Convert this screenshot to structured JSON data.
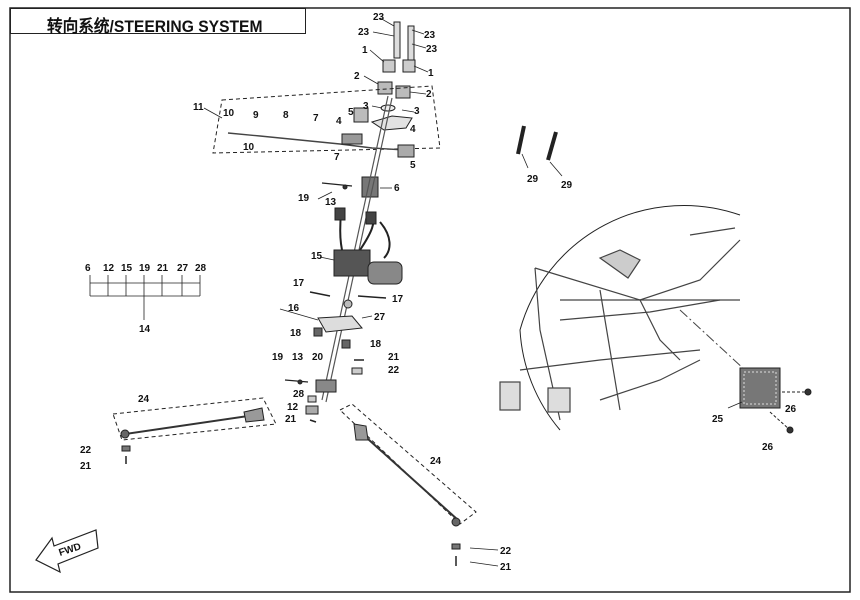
{
  "title": "转向系统/STEERING SYSTEM",
  "fwd_label": "FWD",
  "assembly_group": {
    "parent_label": "14",
    "member_labels": [
      "6",
      "12",
      "15",
      "19",
      "21",
      "27",
      "28"
    ]
  },
  "callouts": [
    "23",
    "23",
    "23",
    "23",
    "1",
    "1",
    "2",
    "2",
    "3",
    "3",
    "11",
    "10",
    "10",
    "9",
    "8",
    "7",
    "7",
    "4",
    "4",
    "5",
    "5",
    "19",
    "13",
    "6",
    "15",
    "17",
    "17",
    "16",
    "27",
    "18",
    "18",
    "19",
    "13",
    "20",
    "21",
    "22",
    "28",
    "12",
    "21",
    "24",
    "22",
    "21",
    "24",
    "22",
    "21",
    "29",
    "29",
    "25",
    "26",
    "26"
  ],
  "colors": {
    "line": "#222222",
    "background": "#ffffff",
    "part_gray": "#9a9a9a",
    "dark": "#333333"
  }
}
